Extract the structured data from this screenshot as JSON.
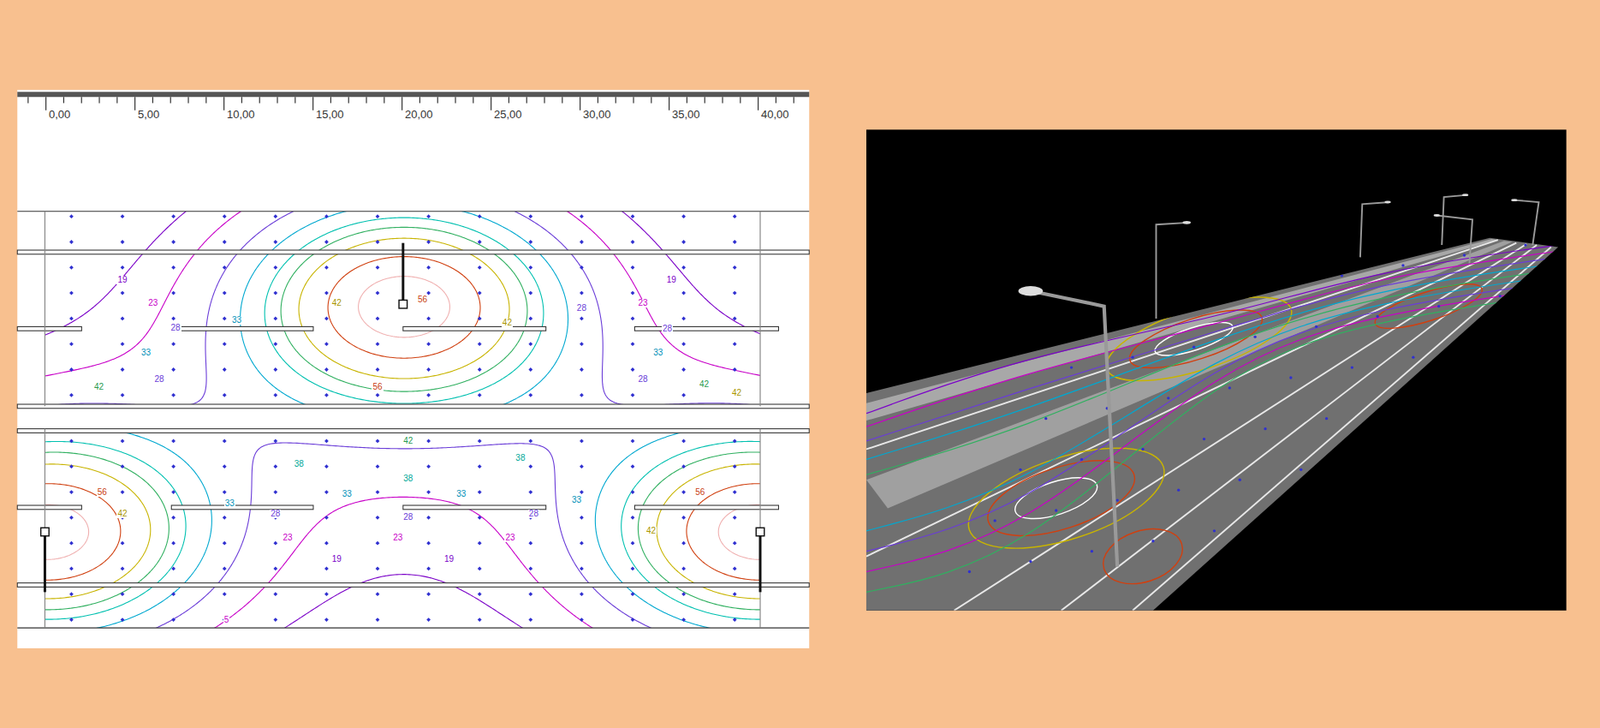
{
  "diagram": {
    "labels": [
      "0,00",
      "5,00",
      "10,00",
      "15,00",
      "20,00",
      "25,00",
      "30,00",
      "35,00",
      "40,00",
      "19",
      "23",
      "28",
      "33",
      "28",
      "42",
      "33",
      "42",
      "56",
      "56",
      "42",
      "28",
      "19",
      "23",
      "28",
      "33",
      "28",
      "42",
      "42",
      "42",
      "38",
      "38",
      "38",
      "56",
      "42",
      "33",
      "33",
      "33",
      "33",
      "56",
      "42",
      "28",
      "28",
      "28",
      "23",
      "23",
      "23",
      "19",
      "19",
      "5"
    ]
  }
}
